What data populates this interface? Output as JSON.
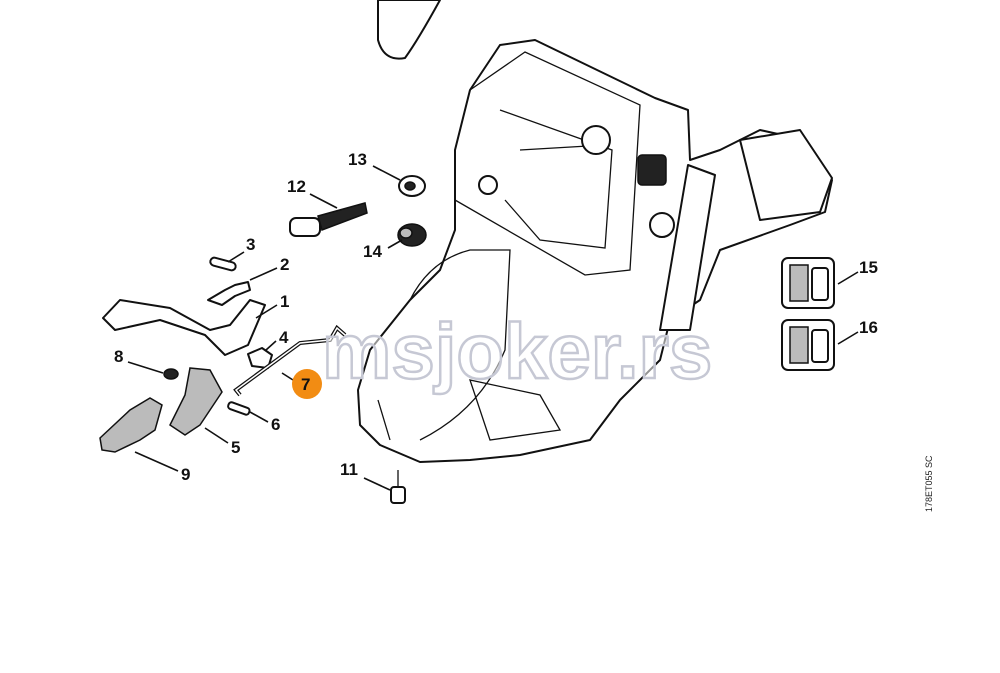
{
  "diagram": {
    "watermark": "msjoker.rs",
    "drawing_code": "178ET055 SC",
    "highlight_color": "#f28c13",
    "callouts": {
      "p1": "1",
      "p2": "2",
      "p3": "3",
      "p4": "4",
      "p5": "5",
      "p6": "6",
      "p7": "7",
      "p8": "8",
      "p9": "9",
      "p11": "11",
      "p12": "12",
      "p13": "13",
      "p14": "14",
      "p15": "15",
      "p16": "16"
    },
    "highlighted_part": "7"
  }
}
